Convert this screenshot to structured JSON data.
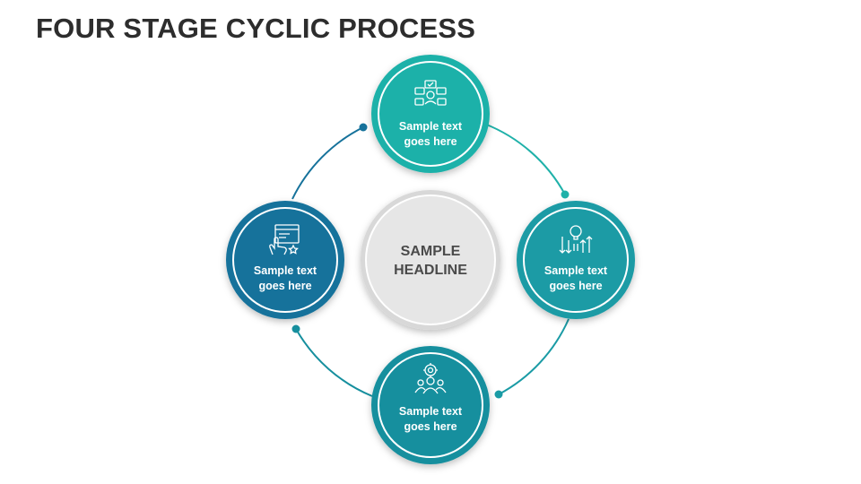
{
  "title": "FOUR STAGE CYCLIC PROCESS",
  "center": {
    "line1": "SAMPLE",
    "line2": "HEADLINE"
  },
  "stages": [
    {
      "line1": "Sample text",
      "line2": "goes here",
      "icon": "feedback-network-icon",
      "color": "#1fb1a9"
    },
    {
      "line1": "Sample text",
      "line2": "goes here",
      "icon": "idea-growth-arrows-icon",
      "color": "#1a9ba5"
    },
    {
      "line1": "Sample text",
      "line2": "goes here",
      "icon": "team-gear-icon",
      "color": "#168f9e"
    },
    {
      "line1": "Sample text",
      "line2": "goes here",
      "icon": "touch-screen-rating-icon",
      "color": "#16729b"
    }
  ],
  "colors": {
    "center_fill": "#e6e6e6",
    "center_ring": "#cfcfcf",
    "connector": "#1b8fa5",
    "title": "#2d2d2d"
  }
}
